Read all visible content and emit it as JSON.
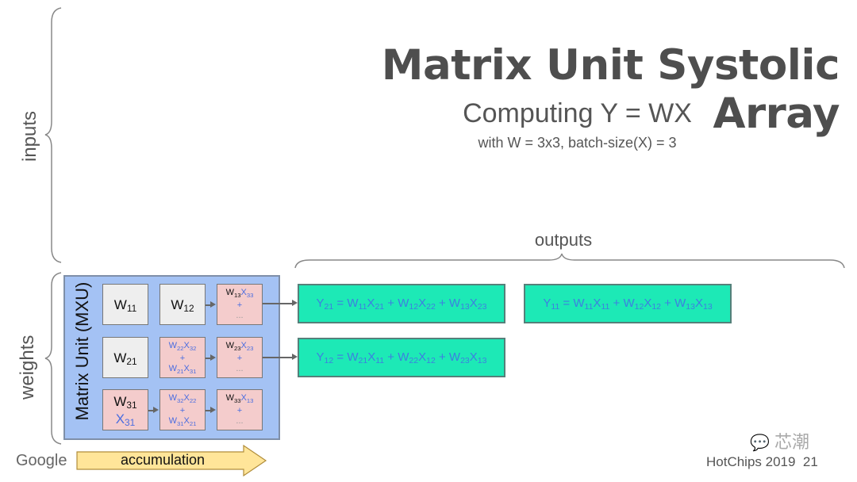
{
  "slide": {
    "title": "Matrix Unit Systolic Array",
    "subtitle": "Computing Y = WX",
    "subsubtitle": "with W = 3x3, batch-size(X) = 3",
    "labels": {
      "inputs": "inputs",
      "weights": "weights",
      "outputs": "outputs",
      "mxu": "Matrix Unit (MXU)",
      "accumulation": "accumulation"
    },
    "cells": [
      {
        "row": 1,
        "col": 1,
        "type": "weight",
        "w": "W",
        "wsub": "11"
      },
      {
        "row": 1,
        "col": 2,
        "type": "weight",
        "w": "W",
        "wsub": "12"
      },
      {
        "row": 1,
        "col": 3,
        "type": "partial",
        "lines": [
          {
            "w": "W",
            "wsub": "13",
            "x": "X",
            "xsub": "33",
            "wdark": true
          },
          {
            "op": "+"
          },
          {
            "op": "..."
          }
        ]
      },
      {
        "row": 2,
        "col": 1,
        "type": "weight",
        "w": "W",
        "wsub": "21"
      },
      {
        "row": 2,
        "col": 2,
        "type": "partial",
        "lines": [
          {
            "w": "W",
            "wsub": "22",
            "x": "X",
            "xsub": "32"
          },
          {
            "op": "+"
          },
          {
            "w": "W",
            "wsub": "21",
            "x": "X",
            "xsub": "31"
          }
        ]
      },
      {
        "row": 2,
        "col": 3,
        "type": "partial",
        "lines": [
          {
            "w": "W",
            "wsub": "23",
            "x": "X",
            "xsub": "23",
            "wdark": true
          },
          {
            "op": "+"
          },
          {
            "op": "..."
          }
        ]
      },
      {
        "row": 3,
        "col": 1,
        "type": "weight-input",
        "w": "W",
        "wsub": "31",
        "x": "X",
        "xsub": "31"
      },
      {
        "row": 3,
        "col": 2,
        "type": "partial",
        "lines": [
          {
            "w": "W",
            "wsub": "32",
            "x": "X",
            "xsub": "22"
          },
          {
            "op": "+"
          },
          {
            "w": "W",
            "wsub": "31",
            "x": "X",
            "xsub": "21"
          }
        ]
      },
      {
        "row": 3,
        "col": 3,
        "type": "partial",
        "lines": [
          {
            "w": "W",
            "wsub": "33",
            "x": "X",
            "xsub": "13",
            "wdark": true
          },
          {
            "op": "+"
          },
          {
            "op": "..."
          }
        ]
      }
    ],
    "outputs": [
      {
        "y": "Y",
        "ysub": "21",
        "terms": [
          [
            "W",
            "11",
            "X",
            "21"
          ],
          [
            "W",
            "12",
            "X",
            "22"
          ],
          [
            "W",
            "13",
            "X",
            "23"
          ]
        ]
      },
      {
        "y": "Y",
        "ysub": "11",
        "terms": [
          [
            "W",
            "11",
            "X",
            "11"
          ],
          [
            "W",
            "12",
            "X",
            "12"
          ],
          [
            "W",
            "13",
            "X",
            "13"
          ]
        ]
      },
      {
        "y": "Y",
        "ysub": "12",
        "terms": [
          [
            "W",
            "21",
            "X",
            "11"
          ],
          [
            "W",
            "22",
            "X",
            "12"
          ],
          [
            "W",
            "23",
            "X",
            "13"
          ]
        ]
      }
    ],
    "footer": {
      "brand": "Google",
      "conference": "HotChips 2019",
      "page": "21",
      "watermark": "芯潮"
    },
    "colors": {
      "mxu_bg": "#a4c2f4",
      "weight_cell": "#eeeeee",
      "partial_cell": "#f4cccc",
      "output_box": "#1de9b6",
      "accumulation_arrow": "#ffe599",
      "blue_text": "#4a6de0"
    }
  }
}
